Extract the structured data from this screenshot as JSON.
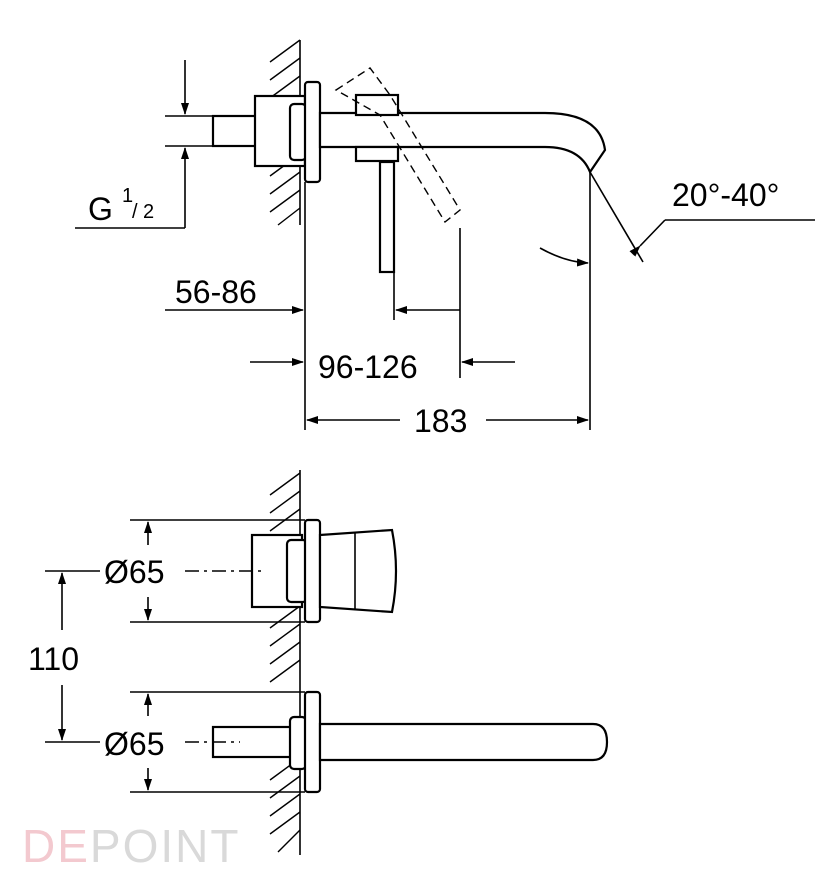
{
  "top_view": {
    "thread_label": "G",
    "thread_fraction_num": "1",
    "thread_fraction_den": "2",
    "angle_label": "20°-40°",
    "dim_wall_depth": "56-86",
    "dim_lever_reach": "96-126",
    "dim_total_reach": "183"
  },
  "front_view": {
    "diameter_upper": "Ø65",
    "diameter_lower": "Ø65",
    "spacing": "110"
  },
  "watermark": {
    "text_accent": "DE",
    "text_main": "POINT",
    "accent_color": "#f3c9cf",
    "main_color": "#d9d9d9"
  }
}
